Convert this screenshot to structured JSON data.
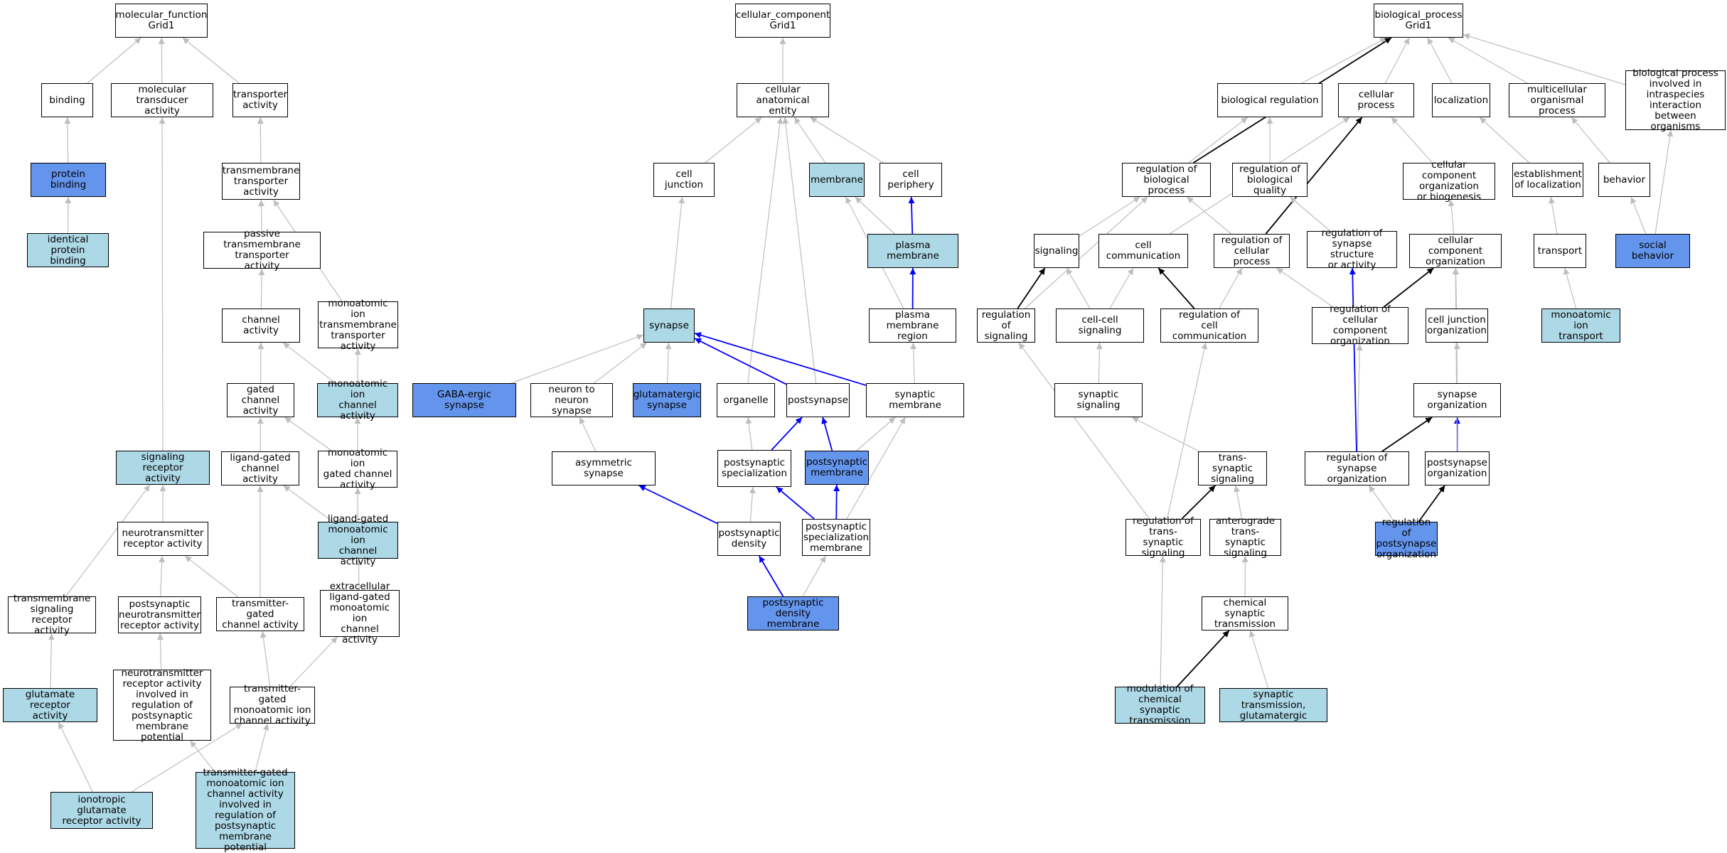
{
  "colors": {
    "plain": "#ffffff",
    "light": "#add8e6",
    "dark": "#6495ed",
    "edge_gray": "#bebebe",
    "edge_black": "#000000",
    "edge_blue": "#0000ff"
  },
  "nodes": [
    {
      "id": "mf",
      "label": "molecular_function\nGrid1",
      "fill": "plain"
    },
    {
      "id": "binding",
      "label": "binding",
      "fill": "plain"
    },
    {
      "id": "moltrans",
      "label": "molecular transducer\nactivity",
      "fill": "plain"
    },
    {
      "id": "transporter",
      "label": "transporter\nactivity",
      "fill": "plain"
    },
    {
      "id": "protbind",
      "label": "protein binding",
      "fill": "dark"
    },
    {
      "id": "tmtrans",
      "label": "transmembrane\ntransporter\nactivity",
      "fill": "plain"
    },
    {
      "id": "idprot",
      "label": "identical protein\nbinding",
      "fill": "light"
    },
    {
      "id": "passive",
      "label": "passive transmembrane\ntransporter\nactivity",
      "fill": "plain"
    },
    {
      "id": "channel",
      "label": "channel activity",
      "fill": "plain"
    },
    {
      "id": "monoTM",
      "label": "monoatomic ion\ntransmembrane\ntransporter\nactivity",
      "fill": "plain"
    },
    {
      "id": "gated",
      "label": "gated channel\nactivity",
      "fill": "plain"
    },
    {
      "id": "monoChan",
      "label": "monoatomic ion\nchannel activity",
      "fill": "light"
    },
    {
      "id": "ligGated",
      "label": "ligand-gated\nchannel activity",
      "fill": "plain"
    },
    {
      "id": "monoGated",
      "label": "monoatomic ion\ngated channel\nactivity",
      "fill": "plain"
    },
    {
      "id": "sigrec",
      "label": "signaling receptor\nactivity",
      "fill": "light"
    },
    {
      "id": "ligMono",
      "label": "ligand-gated\nmonoatomic ion\nchannel activity",
      "fill": "light"
    },
    {
      "id": "ntRec",
      "label": "neurotransmitter\nreceptor activity",
      "fill": "plain"
    },
    {
      "id": "extraLig",
      "label": "extracellular\nligand-gated\nmonoatomic ion\nchannel activity",
      "fill": "plain"
    },
    {
      "id": "tmSig",
      "label": "transmembrane\nsignaling receptor\nactivity",
      "fill": "plain"
    },
    {
      "id": "postNt",
      "label": "postsynaptic\nneurotransmitter\nreceptor activity",
      "fill": "plain"
    },
    {
      "id": "txChan",
      "label": "transmitter-gated\nchannel activity",
      "fill": "plain"
    },
    {
      "id": "gluRec",
      "label": "glutamate receptor\nactivity",
      "fill": "light"
    },
    {
      "id": "ntInvolved",
      "label": "neurotransmitter\nreceptor activity\ninvolved in\nregulation of\npostsynaptic\nmembrane potential",
      "fill": "plain"
    },
    {
      "id": "txMono",
      "label": "transmitter-gated\nmonoatomic ion\nchannel activity",
      "fill": "plain"
    },
    {
      "id": "iono",
      "label": "ionotropic glutamate\nreceptor activity",
      "fill": "light"
    },
    {
      "id": "txMonoInv",
      "label": "transmitter-gated\nmonoatomic ion\nchannel activity\ninvolved in\nregulation of\npostsynaptic\nmembrane potential",
      "fill": "light"
    },
    {
      "id": "cc",
      "label": "cellular_component\nGrid1",
      "fill": "plain"
    },
    {
      "id": "cae",
      "label": "cellular anatomical\nentity",
      "fill": "plain"
    },
    {
      "id": "celljunc",
      "label": "cell junction",
      "fill": "plain"
    },
    {
      "id": "membrane",
      "label": "membrane",
      "fill": "light"
    },
    {
      "id": "periphery",
      "label": "cell periphery",
      "fill": "plain"
    },
    {
      "id": "plasmamem",
      "label": "plasma membrane",
      "fill": "light"
    },
    {
      "id": "synapse",
      "label": "synapse",
      "fill": "light"
    },
    {
      "id": "pmregion",
      "label": "plasma membrane\nregion",
      "fill": "plain"
    },
    {
      "id": "gaba",
      "label": "GABA-ergic synapse",
      "fill": "dark"
    },
    {
      "id": "n2n",
      "label": "neuron to neuron\nsynapse",
      "fill": "plain"
    },
    {
      "id": "glusyn",
      "label": "glutamatergic\nsynapse",
      "fill": "dark"
    },
    {
      "id": "organelle",
      "label": "organelle",
      "fill": "plain"
    },
    {
      "id": "postsyn",
      "label": "postsynapse",
      "fill": "plain"
    },
    {
      "id": "synmem",
      "label": "synaptic membrane",
      "fill": "plain"
    },
    {
      "id": "asym",
      "label": "asymmetric synapse",
      "fill": "plain"
    },
    {
      "id": "postspec",
      "label": "postsynaptic\nspecialization",
      "fill": "plain"
    },
    {
      "id": "postmem",
      "label": "postsynaptic\nmembrane",
      "fill": "dark"
    },
    {
      "id": "psd",
      "label": "postsynaptic\ndensity",
      "fill": "plain"
    },
    {
      "id": "psmem",
      "label": "postsynaptic\nspecialization\nmembrane",
      "fill": "plain"
    },
    {
      "id": "psdmem",
      "label": "postsynaptic\ndensity membrane",
      "fill": "dark"
    },
    {
      "id": "bp",
      "label": "biological_process\nGrid1",
      "fill": "plain"
    },
    {
      "id": "bioreg",
      "label": "biological regulation",
      "fill": "plain"
    },
    {
      "id": "cellproc",
      "label": "cellular process",
      "fill": "plain"
    },
    {
      "id": "local",
      "label": "localization",
      "fill": "plain"
    },
    {
      "id": "multi",
      "label": "multicellular\norganismal process",
      "fill": "plain"
    },
    {
      "id": "interspec",
      "label": "biological process\ninvolved in\nintraspecies\ninteraction\nbetween organisms",
      "fill": "plain"
    },
    {
      "id": "regbio",
      "label": "regulation of\nbiological process",
      "fill": "plain"
    },
    {
      "id": "regqual",
      "label": "regulation of\nbiological quality",
      "fill": "plain"
    },
    {
      "id": "ccorg",
      "label": "cellular component\norganization\nor biogenesis",
      "fill": "plain"
    },
    {
      "id": "estloc",
      "label": "establishment\nof localization",
      "fill": "plain"
    },
    {
      "id": "behavior",
      "label": "behavior",
      "fill": "plain"
    },
    {
      "id": "signaling",
      "label": "signaling",
      "fill": "plain"
    },
    {
      "id": "cellcomm",
      "label": "cell communication",
      "fill": "plain"
    },
    {
      "id": "regcell",
      "label": "regulation of\ncellular process",
      "fill": "plain"
    },
    {
      "id": "regsynstruct",
      "label": "regulation of\nsynapse structure\nor activity",
      "fill": "plain"
    },
    {
      "id": "ccorg2",
      "label": "cellular component\norganization",
      "fill": "plain"
    },
    {
      "id": "transport",
      "label": "transport",
      "fill": "plain"
    },
    {
      "id": "social",
      "label": "social behavior",
      "fill": "dark"
    },
    {
      "id": "regsig",
      "label": "regulation of\nsignaling",
      "fill": "plain"
    },
    {
      "id": "ccsig",
      "label": "cell-cell signaling",
      "fill": "plain"
    },
    {
      "id": "regcomm",
      "label": "regulation of\ncell communication",
      "fill": "plain"
    },
    {
      "id": "regccorg",
      "label": "regulation of\ncellular component\norganization",
      "fill": "plain"
    },
    {
      "id": "cjorg",
      "label": "cell junction\norganization",
      "fill": "plain"
    },
    {
      "id": "monotransport",
      "label": "monoatomic ion\ntransport",
      "fill": "light"
    },
    {
      "id": "synsig",
      "label": "synaptic signaling",
      "fill": "plain"
    },
    {
      "id": "synorg",
      "label": "synapse organization",
      "fill": "plain"
    },
    {
      "id": "transsyn",
      "label": "trans-synaptic\nsignaling",
      "fill": "plain"
    },
    {
      "id": "regsynorg",
      "label": "regulation of\nsynapse organization",
      "fill": "plain"
    },
    {
      "id": "postorg",
      "label": "postsynapse\norganization",
      "fill": "plain"
    },
    {
      "id": "regtrans",
      "label": "regulation of\ntrans-synaptic\nsignaling",
      "fill": "plain"
    },
    {
      "id": "antero",
      "label": "anterograde\ntrans-synaptic\nsignaling",
      "fill": "plain"
    },
    {
      "id": "regpostorg",
      "label": "regulation of\npostsynapse\norganization",
      "fill": "dark"
    },
    {
      "id": "chemsyn",
      "label": "chemical synaptic\ntransmission",
      "fill": "plain"
    },
    {
      "id": "modchem",
      "label": "modulation of\nchemical synaptic\ntransmission",
      "fill": "light"
    },
    {
      "id": "synglu",
      "label": "synaptic transmission,\nglutamatergic",
      "fill": "light"
    }
  ],
  "edges": [
    {
      "from": "binding",
      "to": "mf",
      "color": "edge_gray"
    },
    {
      "from": "moltrans",
      "to": "mf",
      "color": "edge_gray"
    },
    {
      "from": "transporter",
      "to": "mf",
      "color": "edge_gray"
    },
    {
      "from": "protbind",
      "to": "binding",
      "color": "edge_gray"
    },
    {
      "from": "idprot",
      "to": "protbind",
      "color": "edge_gray"
    },
    {
      "from": "tmtrans",
      "to": "transporter",
      "color": "edge_gray"
    },
    {
      "from": "passive",
      "to": "tmtrans",
      "color": "edge_gray"
    },
    {
      "from": "monoTM",
      "to": "tmtrans",
      "color": "edge_gray"
    },
    {
      "from": "channel",
      "to": "passive",
      "color": "edge_gray"
    },
    {
      "from": "gated",
      "to": "channel",
      "color": "edge_gray"
    },
    {
      "from": "monoChan",
      "to": "channel",
      "color": "edge_gray"
    },
    {
      "from": "monoChan",
      "to": "monoTM",
      "color": "edge_gray"
    },
    {
      "from": "ligGated",
      "to": "gated",
      "color": "edge_gray"
    },
    {
      "from": "monoGated",
      "to": "gated",
      "color": "edge_gray"
    },
    {
      "from": "monoGated",
      "to": "monoChan",
      "color": "edge_gray"
    },
    {
      "from": "ligMono",
      "to": "ligGated",
      "color": "edge_gray"
    },
    {
      "from": "ligMono",
      "to": "monoGated",
      "color": "edge_gray"
    },
    {
      "from": "sigrec",
      "to": "moltrans",
      "color": "edge_gray"
    },
    {
      "from": "ntRec",
      "to": "sigrec",
      "color": "edge_gray"
    },
    {
      "from": "tmSig",
      "to": "sigrec",
      "color": "edge_gray"
    },
    {
      "from": "extraLig",
      "to": "ligMono",
      "color": "edge_gray"
    },
    {
      "from": "postNt",
      "to": "ntRec",
      "color": "edge_gray"
    },
    {
      "from": "txChan",
      "to": "ntRec",
      "color": "edge_gray"
    },
    {
      "from": "txChan",
      "to": "ligGated",
      "color": "edge_gray"
    },
    {
      "from": "gluRec",
      "to": "tmSig",
      "color": "edge_gray"
    },
    {
      "from": "ntInvolved",
      "to": "postNt",
      "color": "edge_gray"
    },
    {
      "from": "txMono",
      "to": "txChan",
      "color": "edge_gray"
    },
    {
      "from": "txMono",
      "to": "extraLig",
      "color": "edge_gray"
    },
    {
      "from": "iono",
      "to": "gluRec",
      "color": "edge_gray"
    },
    {
      "from": "iono",
      "to": "txMono",
      "color": "edge_gray"
    },
    {
      "from": "txMonoInv",
      "to": "txMono",
      "color": "edge_gray"
    },
    {
      "from": "txMonoInv",
      "to": "ntInvolved",
      "color": "edge_gray"
    },
    {
      "from": "cae",
      "to": "cc",
      "color": "edge_gray"
    },
    {
      "from": "celljunc",
      "to": "cae",
      "color": "edge_gray"
    },
    {
      "from": "membrane",
      "to": "cae",
      "color": "edge_gray"
    },
    {
      "from": "periphery",
      "to": "cae",
      "color": "edge_gray"
    },
    {
      "from": "organelle",
      "to": "cae",
      "color": "edge_gray"
    },
    {
      "from": "postsyn",
      "to": "cae",
      "color": "edge_gray"
    },
    {
      "from": "synapse",
      "to": "celljunc",
      "color": "edge_gray"
    },
    {
      "from": "plasmamem",
      "to": "membrane",
      "color": "edge_gray"
    },
    {
      "from": "plasmamem",
      "to": "periphery",
      "color": "edge_blue"
    },
    {
      "from": "pmregion",
      "to": "plasmamem",
      "color": "edge_blue"
    },
    {
      "from": "pmregion",
      "to": "membrane",
      "color": "edge_gray"
    },
    {
      "from": "gaba",
      "to": "synapse",
      "color": "edge_gray"
    },
    {
      "from": "n2n",
      "to": "synapse",
      "color": "edge_gray"
    },
    {
      "from": "glusyn",
      "to": "synapse",
      "color": "edge_gray"
    },
    {
      "from": "postsyn",
      "to": "synapse",
      "color": "edge_blue"
    },
    {
      "from": "synmem",
      "to": "synapse",
      "color": "edge_blue"
    },
    {
      "from": "synmem",
      "to": "pmregion",
      "color": "edge_gray"
    },
    {
      "from": "asym",
      "to": "n2n",
      "color": "edge_gray"
    },
    {
      "from": "postspec",
      "to": "postsyn",
      "color": "edge_blue"
    },
    {
      "from": "postspec",
      "to": "organelle",
      "color": "edge_gray"
    },
    {
      "from": "postmem",
      "to": "postsyn",
      "color": "edge_blue"
    },
    {
      "from": "postmem",
      "to": "synmem",
      "color": "edge_gray"
    },
    {
      "from": "psd",
      "to": "postspec",
      "color": "edge_gray"
    },
    {
      "from": "psd",
      "to": "asym",
      "color": "edge_blue"
    },
    {
      "from": "psmem",
      "to": "postspec",
      "color": "edge_blue"
    },
    {
      "from": "psmem",
      "to": "postmem",
      "color": "edge_blue"
    },
    {
      "from": "psmem",
      "to": "synmem",
      "color": "edge_gray"
    },
    {
      "from": "psdmem",
      "to": "psd",
      "color": "edge_blue"
    },
    {
      "from": "psdmem",
      "to": "psmem",
      "color": "edge_gray"
    },
    {
      "from": "bioreg",
      "to": "bp",
      "color": "edge_gray"
    },
    {
      "from": "cellproc",
      "to": "bp",
      "color": "edge_gray"
    },
    {
      "from": "local",
      "to": "bp",
      "color": "edge_gray"
    },
    {
      "from": "multi",
      "to": "bp",
      "color": "edge_gray"
    },
    {
      "from": "interspec",
      "to": "bp",
      "color": "edge_gray"
    },
    {
      "from": "regbio",
      "to": "bp",
      "color": "edge_black"
    },
    {
      "from": "regbio",
      "to": "bioreg",
      "color": "edge_gray"
    },
    {
      "from": "regqual",
      "to": "bioreg",
      "color": "edge_gray"
    },
    {
      "from": "ccorg",
      "to": "cellproc",
      "color": "edge_gray"
    },
    {
      "from": "estloc",
      "to": "local",
      "color": "edge_gray"
    },
    {
      "from": "behavior",
      "to": "multi",
      "color": "edge_gray"
    },
    {
      "from": "signaling",
      "to": "regbio",
      "color": "edge_gray"
    },
    {
      "from": "cellcomm",
      "to": "cellproc",
      "color": "edge_gray"
    },
    {
      "from": "regcell",
      "to": "regbio",
      "color": "edge_gray"
    },
    {
      "from": "regcell",
      "to": "cellproc",
      "color": "edge_black"
    },
    {
      "from": "regsynstruct",
      "to": "regqual",
      "color": "edge_gray"
    },
    {
      "from": "ccorg2",
      "to": "ccorg",
      "color": "edge_gray"
    },
    {
      "from": "transport",
      "to": "estloc",
      "color": "edge_gray"
    },
    {
      "from": "social",
      "to": "behavior",
      "color": "edge_gray"
    },
    {
      "from": "social",
      "to": "interspec",
      "color": "edge_gray"
    },
    {
      "from": "regsig",
      "to": "signaling",
      "color": "edge_black"
    },
    {
      "from": "regsig",
      "to": "regbio",
      "color": "edge_gray"
    },
    {
      "from": "ccsig",
      "to": "signaling",
      "color": "edge_gray"
    },
    {
      "from": "ccsig",
      "to": "cellcomm",
      "color": "edge_gray"
    },
    {
      "from": "regcomm",
      "to": "cellcomm",
      "color": "edge_black"
    },
    {
      "from": "regcomm",
      "to": "regcell",
      "color": "edge_gray"
    },
    {
      "from": "regccorg",
      "to": "regcell",
      "color": "edge_gray"
    },
    {
      "from": "regccorg",
      "to": "ccorg2",
      "color": "edge_black"
    },
    {
      "from": "cjorg",
      "to": "ccorg2",
      "color": "edge_gray"
    },
    {
      "from": "monotransport",
      "to": "transport",
      "color": "edge_gray"
    },
    {
      "from": "synsig",
      "to": "ccsig",
      "color": "edge_gray"
    },
    {
      "from": "synorg",
      "to": "cjorg",
      "color": "edge_gray"
    },
    {
      "from": "transsyn",
      "to": "synsig",
      "color": "edge_gray"
    },
    {
      "from": "regsynorg",
      "to": "regccorg",
      "color": "edge_gray"
    },
    {
      "from": "regsynorg",
      "to": "synorg",
      "color": "edge_black"
    },
    {
      "from": "regsynorg",
      "to": "regsynstruct",
      "color": "edge_blue"
    },
    {
      "from": "postorg",
      "to": "synorg",
      "color": "edge_blue"
    },
    {
      "from": "postorg",
      "to": "ccorg2",
      "color": "edge_gray"
    },
    {
      "from": "regtrans",
      "to": "transsyn",
      "color": "edge_black"
    },
    {
      "from": "regtrans",
      "to": "regsig",
      "color": "edge_gray"
    },
    {
      "from": "regtrans",
      "to": "regcomm",
      "color": "edge_gray"
    },
    {
      "from": "antero",
      "to": "transsyn",
      "color": "edge_gray"
    },
    {
      "from": "regpostorg",
      "to": "postorg",
      "color": "edge_black"
    },
    {
      "from": "regpostorg",
      "to": "regsynorg",
      "color": "edge_gray"
    },
    {
      "from": "chemsyn",
      "to": "antero",
      "color": "edge_gray"
    },
    {
      "from": "modchem",
      "to": "chemsyn",
      "color": "edge_black"
    },
    {
      "from": "modchem",
      "to": "regtrans",
      "color": "edge_gray"
    },
    {
      "from": "synglu",
      "to": "chemsyn",
      "color": "edge_gray"
    }
  ]
}
